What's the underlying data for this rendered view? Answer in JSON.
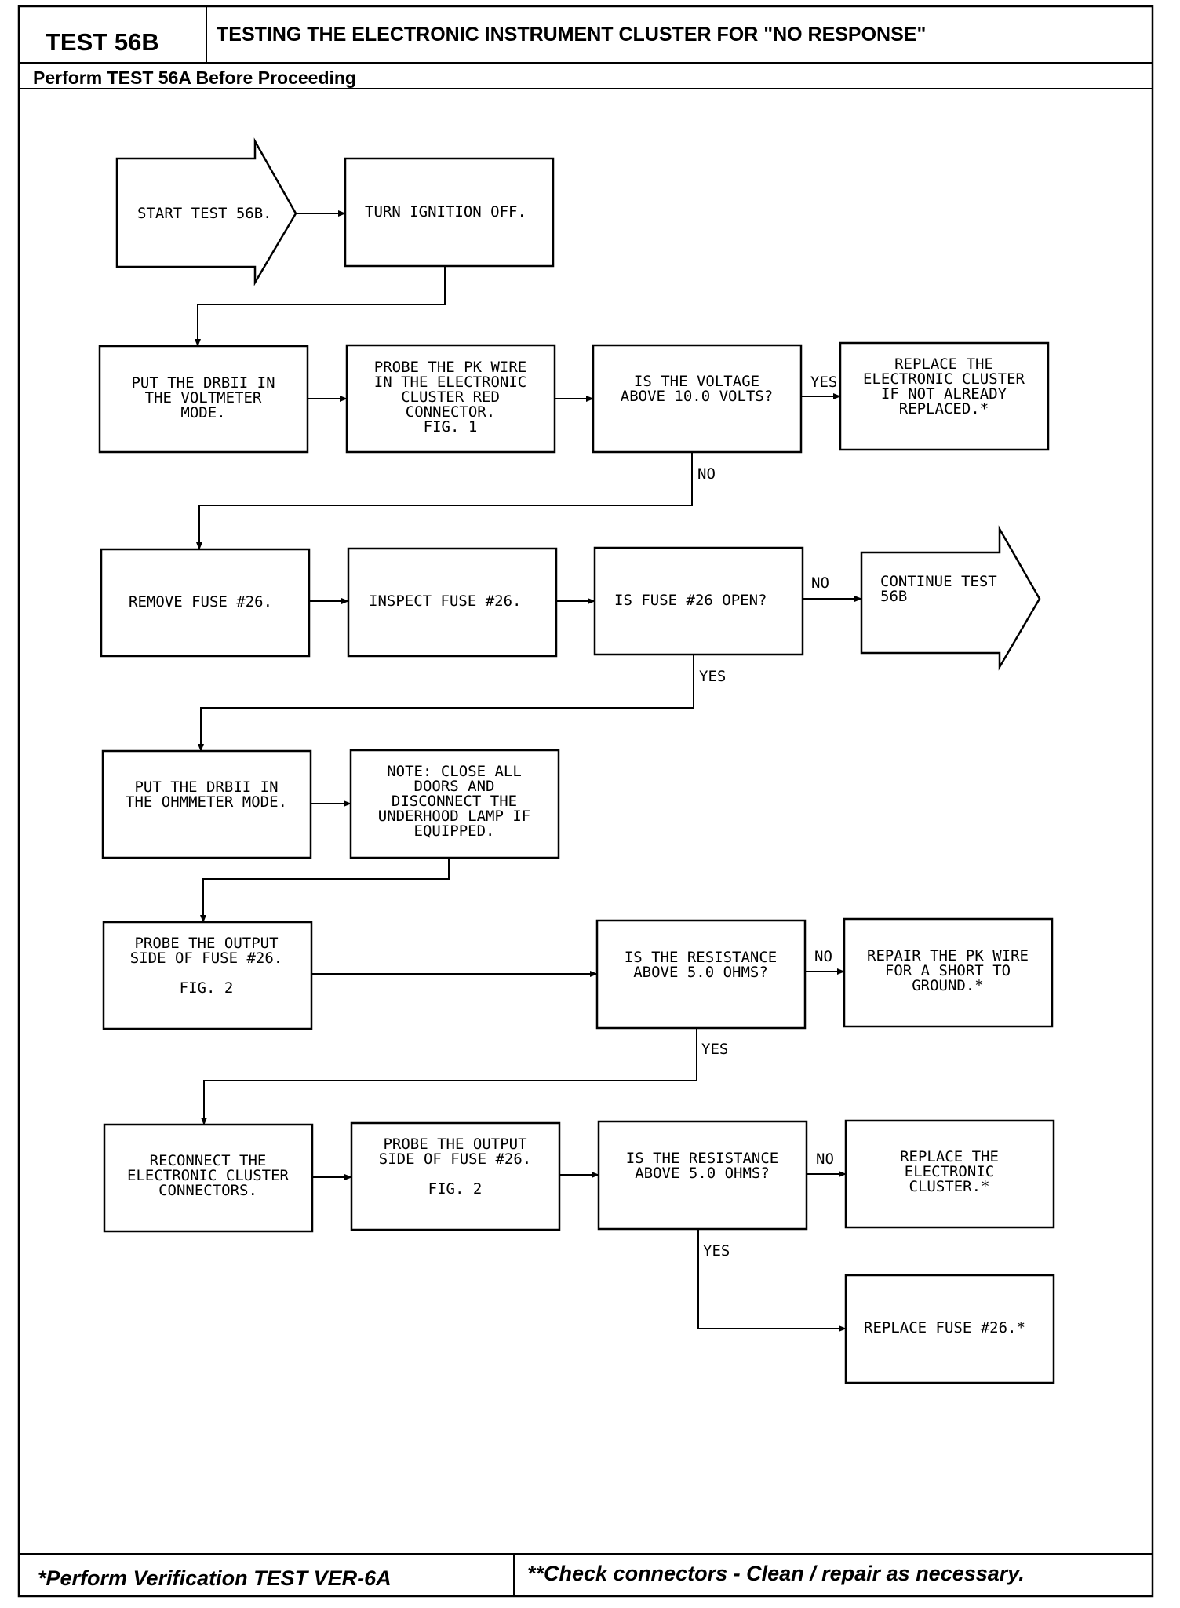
{
  "header": {
    "test_id": "TEST 56B",
    "title": "TESTING THE ELECTRONIC INSTRUMENT CLUSTER FOR \"NO RESPONSE\"",
    "subtitle": "Perform TEST 56A Before Proceeding"
  },
  "flowchart": {
    "start": "START TEST 56B.",
    "turn_ignition_off": "TURN IGNITION OFF.",
    "put_drbii_voltmeter": [
      "PUT THE DRBII IN",
      "THE VOLTMETER",
      "MODE."
    ],
    "probe_pk_wire": [
      "PROBE THE PK WIRE",
      "IN THE ELECTRONIC",
      "CLUSTER RED",
      "CONNECTOR.",
      "FIG. 1"
    ],
    "is_voltage_above": [
      "IS THE VOLTAGE",
      "ABOVE 10.0 VOLTS?"
    ],
    "replace_cluster_1": [
      "REPLACE THE",
      "ELECTRONIC CLUSTER",
      "IF NOT ALREADY",
      "REPLACED.*"
    ],
    "remove_fuse": "REMOVE FUSE #26.",
    "inspect_fuse": "INSPECT FUSE #26.",
    "is_fuse_open": "IS FUSE #26 OPEN?",
    "continue_test": [
      "CONTINUE TEST",
      "56B"
    ],
    "put_drbii_ohmmeter": [
      "PUT THE DRBII IN",
      "THE OHMMETER MODE."
    ],
    "note_close_doors": [
      "NOTE: CLOSE ALL",
      "DOORS AND",
      "DISCONNECT THE",
      "UNDERHOOD LAMP IF",
      "EQUIPPED."
    ],
    "probe_output_1": [
      "PROBE THE OUTPUT",
      "SIDE OF FUSE #26.",
      "",
      "FIG. 2"
    ],
    "is_resistance_1": [
      "IS THE RESISTANCE",
      "ABOVE 5.0 OHMS?"
    ],
    "repair_pk_wire": [
      "REPAIR THE PK WIRE",
      "FOR A SHORT TO",
      "GROUND.*"
    ],
    "reconnect_cluster": [
      "RECONNECT THE",
      "ELECTRONIC CLUSTER",
      "CONNECTORS."
    ],
    "probe_output_2": [
      "PROBE THE OUTPUT",
      "SIDE OF FUSE #26.",
      "",
      "FIG. 2"
    ],
    "is_resistance_2": [
      "IS THE RESISTANCE",
      "ABOVE 5.0 OHMS?"
    ],
    "replace_cluster_2": [
      "REPLACE THE",
      "ELECTRONIC",
      "CLUSTER.*"
    ],
    "replace_fuse": "REPLACE FUSE #26.*",
    "labels": {
      "yes": "YES",
      "no": "NO"
    }
  },
  "footer": {
    "left": "*Perform Verification TEST VER-6A",
    "right": "**Check connectors - Clean / repair as necessary."
  }
}
